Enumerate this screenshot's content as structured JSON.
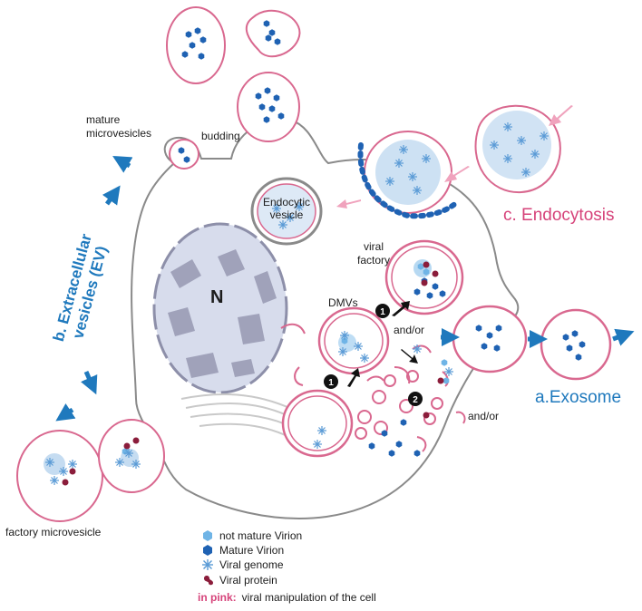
{
  "labels": {
    "mature_microvesicles": "mature\nmicrovesicles",
    "budding": "budding",
    "endocytic_vesicle": "Endocytic\nvesicle",
    "endocytosis": "c. Endocytosis",
    "viral_factory": "viral\nfactory",
    "nucleus": "N",
    "dmvs": "DMVs",
    "and_or_1": "and/or",
    "and_or_2": "and/or",
    "exosome": "a.Exosome",
    "extracellular_vesicles": "b. Extracellular\nvesicles (EV)",
    "factory_microvesicle": "factory microvesicle",
    "step_1": "1",
    "step_2": "2"
  },
  "legend": {
    "items": [
      {
        "icon": "not-mature-virion-icon",
        "label": "not mature Virion"
      },
      {
        "icon": "mature-virion-icon",
        "label": "Mature Virion"
      },
      {
        "icon": "viral-genome-icon",
        "label": "Viral genome"
      },
      {
        "icon": "viral-protein-icon",
        "label": "Viral protein"
      }
    ],
    "pink_prefix": "in pink:",
    "pink_text": " viral manipulation of the cell"
  },
  "colors": {
    "membrane_pink": "#d9688f",
    "membrane_gray": "#8a8a8a",
    "virion_blue": "#1f62b3",
    "immature_blue": "#6fb4e6",
    "genome_blue": "#5a9bd6",
    "protein_dark": "#8b1d3b",
    "arrow_blue": "#1f79bd",
    "arrow_pink": "#f0a3bd",
    "nucleus_fill": "#d7dcec",
    "nucleus_patch": "#8d8fa9"
  }
}
